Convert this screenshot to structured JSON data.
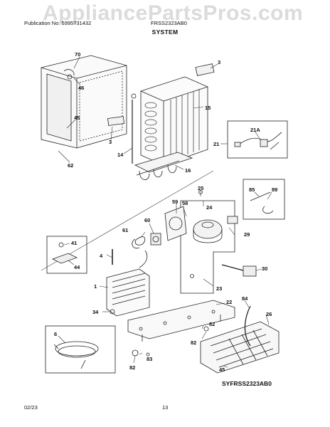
{
  "header": {
    "publication": "Publication No: 5995731432",
    "model": "FRSS2323AB0",
    "title": "SYSTEM",
    "watermark": "AppliancePartsPros.com"
  },
  "callouts": {
    "c70": "70",
    "c46": "46",
    "c45": "45",
    "c62": "62",
    "c3a": "3",
    "c3b": "3",
    "c15": "15",
    "c14": "14",
    "c16": "16",
    "c21a": "21A",
    "c21": "21",
    "c25": "25",
    "c24": "24",
    "c59": "59",
    "c58": "58",
    "c60": "60",
    "c61": "61",
    "c29": "29",
    "c85": "85",
    "c89": "89",
    "c41": "41",
    "c44": "44",
    "c4": "4",
    "c1": "1",
    "c30": "30",
    "c23": "23",
    "c34": "34",
    "c22": "22",
    "c84": "84",
    "c26": "26",
    "c6": "6",
    "c82a": "82",
    "c83": "83",
    "c82b": "82",
    "c45b": "45"
  },
  "diagram_code": "SYFRSS2323AB0",
  "footer": {
    "date": "02/23",
    "page": "13"
  }
}
